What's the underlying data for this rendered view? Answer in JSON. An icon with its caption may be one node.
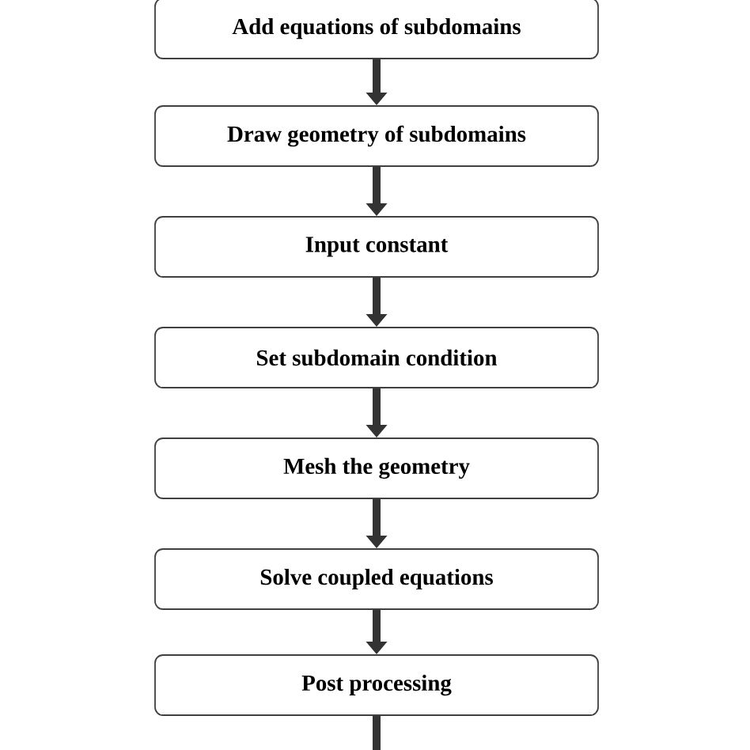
{
  "diagram": {
    "nodes": [
      {
        "text": [
          "Add equations of subdomains"
        ]
      },
      {
        "text": [
          "Draw geometry of subdomains"
        ]
      },
      {
        "text": [
          "Input constant"
        ]
      },
      {
        "text": [
          "Set subdomain condition"
        ]
      },
      {
        "text": [
          "Mesh the geometry"
        ]
      },
      {
        "text": [
          "Solve coupled equations"
        ]
      },
      {
        "text": [
          "Post processing"
        ]
      }
    ],
    "edges": [
      {
        "from": 0,
        "to": 1,
        "arrow": "to"
      },
      {
        "from": 1,
        "to": 2,
        "arrow": "to"
      },
      {
        "from": 2,
        "to": 3,
        "arrow": "to"
      },
      {
        "from": 3,
        "to": 4,
        "arrow": "to"
      },
      {
        "from": 4,
        "to": 5,
        "arrow": "to"
      },
      {
        "from": 5,
        "to": 6,
        "arrow": "to"
      },
      {
        "from": 6,
        "to": null,
        "arrow": "none"
      }
    ]
  }
}
